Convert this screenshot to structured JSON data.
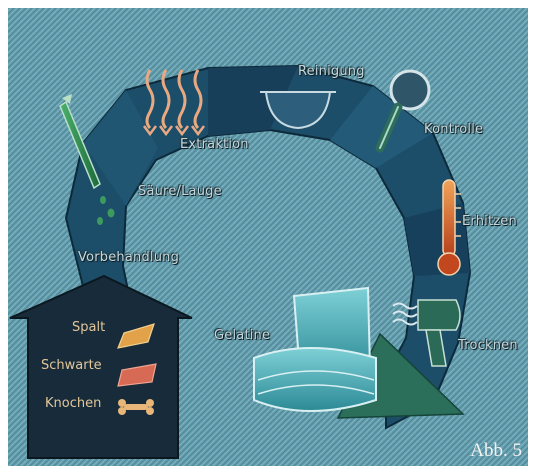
{
  "steps": {
    "reinigung": "Reinigung",
    "kontrolle": "Kontrolle",
    "extraktion": "Extraktion",
    "saeure_lauge": "Säure/Lauge",
    "erhitzen": "Erhitzen",
    "vorbehandlung": "Vorbehandlung",
    "gelatine": "Gelatine",
    "trocknen": "Trocknen"
  },
  "raw_materials": [
    "Spalt",
    "Schwarte",
    "Knochen"
  ],
  "figure_label": "Abb. 5",
  "icons": [
    "heat-arrows-icon",
    "basin-icon",
    "magnifier-icon",
    "test-tube-icon",
    "thermometer-icon",
    "hair-dryer-icon",
    "gelatin-block-icon",
    "split-hide-icon",
    "pig-skin-icon",
    "bone-icon"
  ],
  "colors": {
    "background": "#5f98a8",
    "band": "#1c4d69",
    "house": "#172b3a",
    "label_text": "#c8d6da",
    "house_text": "#e2c79a"
  }
}
